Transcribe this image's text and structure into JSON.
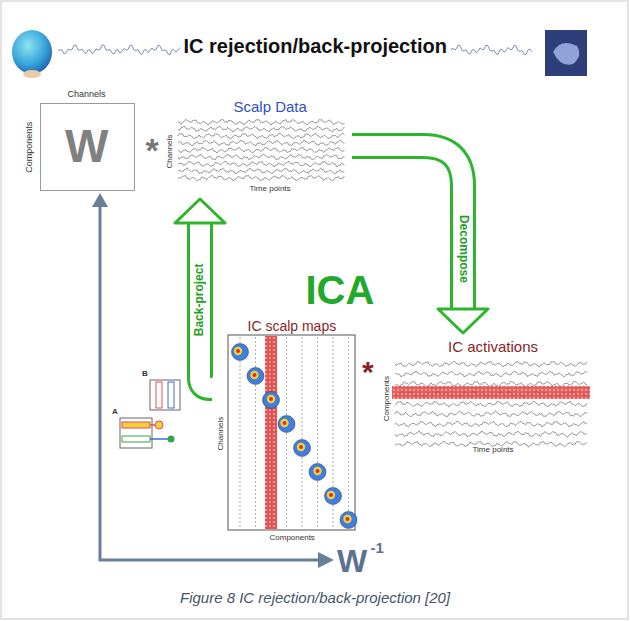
{
  "diagram": {
    "title": "IC rejection/back-projection",
    "caption": "Figure 8 IC rejection/back-projection [20]",
    "nodes": [
      {
        "text": [
          "Channels",
          "Components",
          "W"
        ]
      },
      {
        "text": [
          "Scalp Data",
          "Channels",
          "Time points"
        ]
      },
      {
        "text": [
          "IC scalp maps",
          "Channels",
          "Components"
        ]
      },
      {
        "text": [
          "IC activations",
          "Components",
          "Time points"
        ]
      }
    ],
    "edges": [
      {
        "from": 1,
        "to": 3,
        "arrow": "to",
        "label": "Decompose"
      },
      {
        "from": 2,
        "to": 1,
        "arrow": "to",
        "label": "Back-project"
      }
    ],
    "labels": [
      "*",
      "ICA",
      "*",
      "A",
      "B",
      "W",
      "-1"
    ]
  }
}
